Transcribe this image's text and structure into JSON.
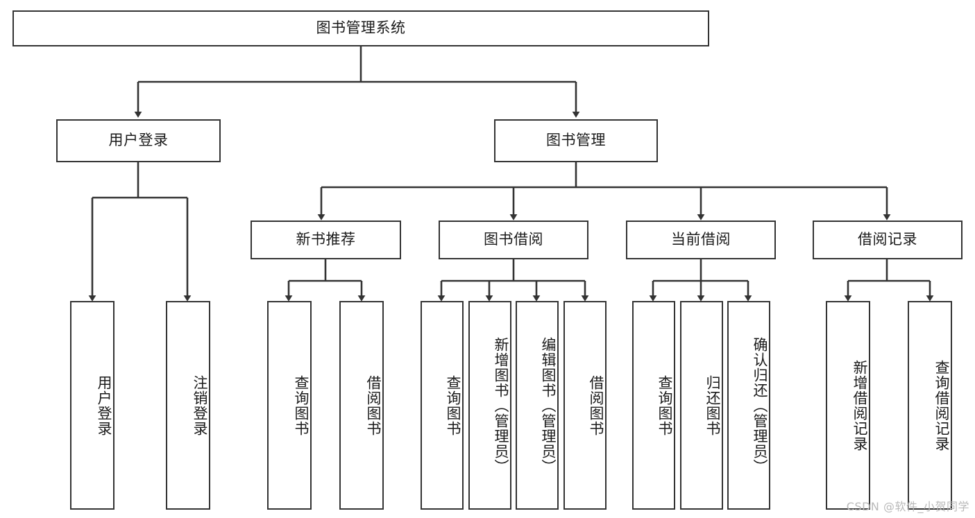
{
  "diagram": {
    "title": "图书管理系统",
    "watermark": "CSDN @软件_小贺同学",
    "colors": {
      "background": "#ffffff",
      "border": "#333333",
      "text": "#1a1a1a",
      "edge": "#333333",
      "watermark": "#b9b9b9"
    },
    "root": {
      "label": "图书管理系统"
    },
    "level2": [
      {
        "label": "用户登录"
      },
      {
        "label": "图书管理"
      }
    ],
    "level3": [
      {
        "label": "新书推荐"
      },
      {
        "label": "图书借阅"
      },
      {
        "label": "当前借阅"
      },
      {
        "label": "借阅记录"
      }
    ],
    "leaves": {
      "user_login": [
        {
          "label": "用户登录"
        },
        {
          "label": "注销登录"
        }
      ],
      "new_book_recommend": [
        {
          "label": "查询图书"
        },
        {
          "label": "借阅图书"
        }
      ],
      "book_borrow": [
        {
          "label": "查询图书"
        },
        {
          "label": "新增图书（管理员）"
        },
        {
          "label": "编辑图书（管理员）"
        },
        {
          "label": "借阅图书"
        }
      ],
      "current_borrow": [
        {
          "label": "查询图书"
        },
        {
          "label": "归还图书"
        },
        {
          "label": "确认归还（管理员）"
        }
      ],
      "borrow_record": [
        {
          "label": "新增借阅记录"
        },
        {
          "label": "查询借阅记录"
        }
      ]
    }
  }
}
